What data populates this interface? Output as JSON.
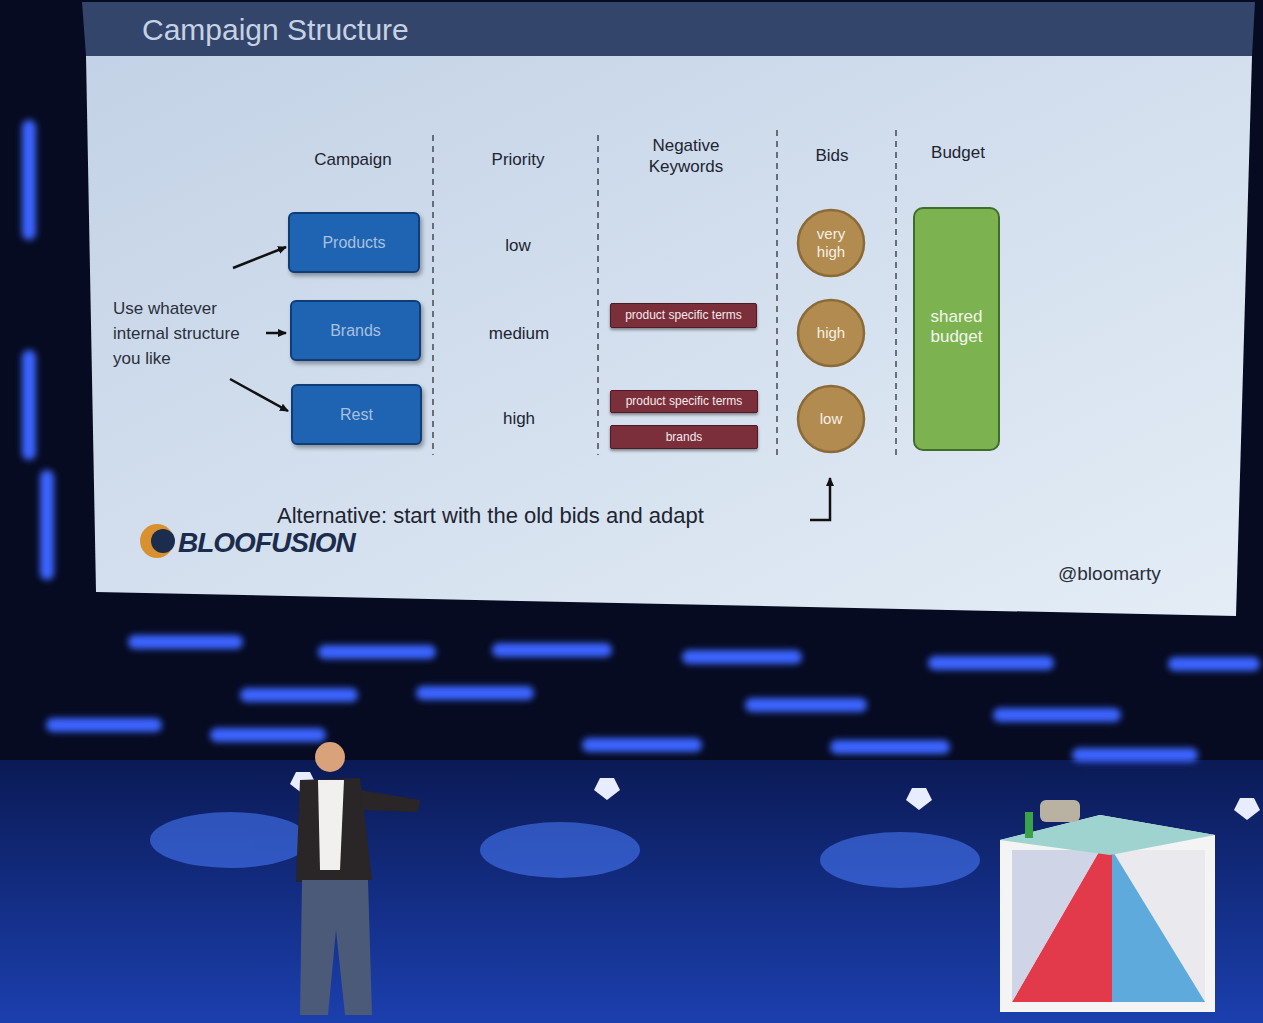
{
  "diagram": {
    "title": "Campaign Structure",
    "nodes": [
      {
        "text": [
          "Products"
        ]
      },
      {
        "text": [
          "Brands"
        ]
      },
      {
        "text": [
          "Rest"
        ]
      },
      {
        "text": [
          "product specific terms"
        ]
      },
      {
        "text": [
          "product specific terms"
        ]
      },
      {
        "text": [
          "brands"
        ]
      },
      {
        "text": [
          "very high"
        ]
      },
      {
        "text": [
          "high"
        ]
      },
      {
        "text": [
          "low"
        ]
      },
      {
        "text": [
          "shared budget"
        ]
      }
    ],
    "labels": [
      "Campaign",
      "Priority",
      "Negative Keywords",
      "Bids",
      "Budget",
      "low",
      "medium",
      "high",
      "Use whatever internal structure you like",
      "Alternative: start with the old bids and adapt",
      "BLOOFUSION",
      "@bloomarty"
    ]
  }
}
